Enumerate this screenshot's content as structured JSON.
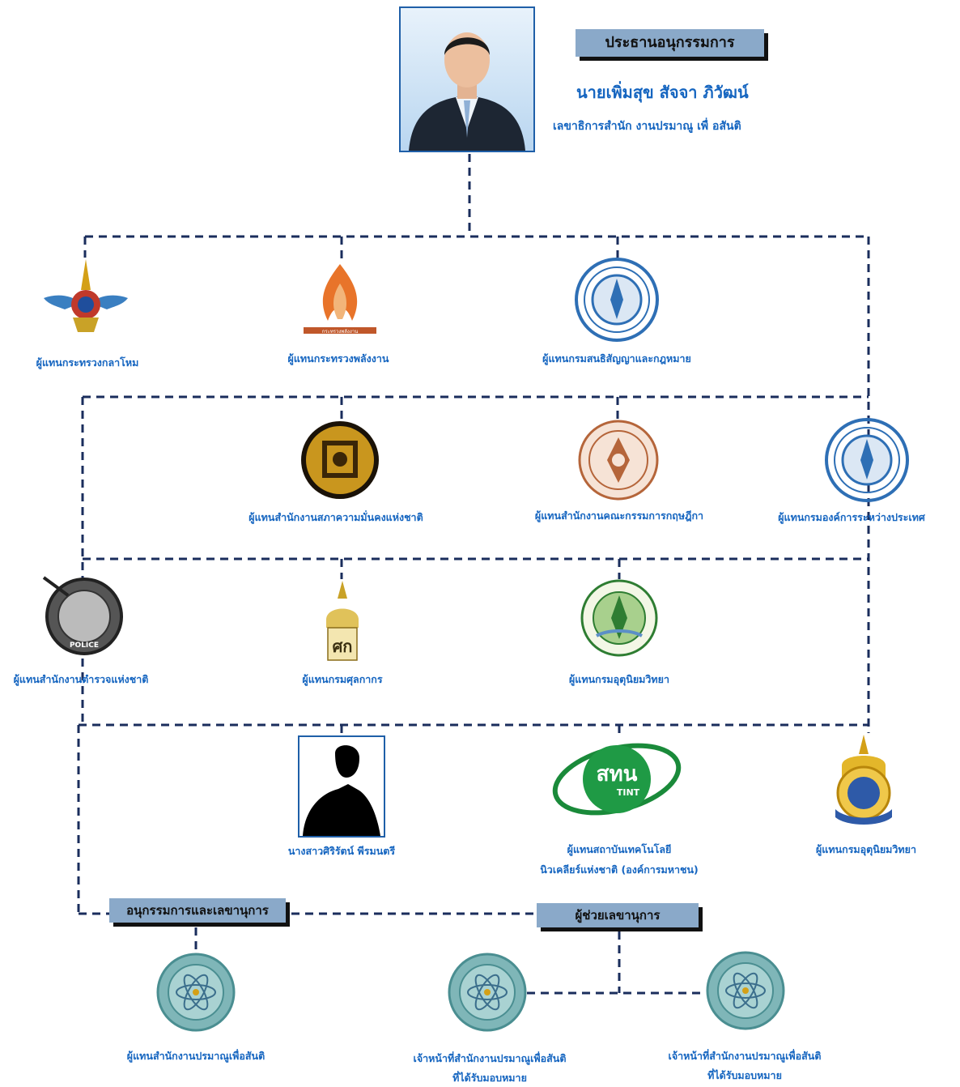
{
  "chairman": {
    "heading": "ประธานอนุกรรมการ",
    "name": "นายเพิ่มสุข สัจจา ภิวัฒน์",
    "title": "เลขาธิการสำนัก งานปรมาณู เพื่ อสันติ"
  },
  "row1": {
    "defense": "ผู้แทนกระทรวงกลาโหม",
    "energy": "ผู้แทนกระทรวงพลังงาน",
    "treaty": "ผู้แทนกรมสนธิสัญญาและกฎหมาย",
    "energy_logo_text": "กระทรวงพลังงาน"
  },
  "row2": {
    "nsc": "ผู้แทนสำนักงานสภาความมั่นคงแห่งชาติ",
    "krisdika": "ผู้แทนสำนักงานคณะกรรมการกฤษฎีกา",
    "intl_org": "ผู้แทนกรมองค์การระหว่างประเทศ"
  },
  "row3": {
    "police": "ผู้แทนสำนักงานตำรวจแห่งชาติ",
    "customs": "ผู้แทนกรมศุลกากร",
    "meteo": "ผู้แทนกรมอุตุนิยมวิทยา",
    "police_logo_text": "POLICE",
    "customs_logo_text": "ศก"
  },
  "row4": {
    "person": "นางสาวศิริรัตน์ พีรมนตรี",
    "tint_line1": "ผู้แทนสถาบันเทคโนโลยี",
    "tint_line2": "นิวเคลียร์แห่งชาติ  (องค์การมหาชน)",
    "meteo2": "ผู้แทนกรมอุตุนิยมวิทยา",
    "tint_logo_main": "สทน",
    "tint_logo_sub": "TINT"
  },
  "bottom": {
    "secretary_heading": "อนุกรรมการและเลขานุการ",
    "assistant_heading": "ผู้ช่วยเลขานุการ",
    "oap": "ผู้แทนสำนักงานปรมาณูเพื่อสันติ",
    "staff1_line1": "เจ้าหน้าที่สำนักงานปรมาณูเพื่อสันติ",
    "staff1_line2": "ที่ได้รับมอบหมาย",
    "staff2_line1": "เจ้าหน้าที่สำนักงานปรมาณูเพื่อสันติ",
    "staff2_line2": "ที่ได้รับมอบหมาย"
  },
  "colors": {
    "label": "#1565c0",
    "connector": "#1a2d5c",
    "header_bg": "#8aa9c9",
    "seal_blue": "#2e6fb5",
    "oap_teal": "#7fb6b8"
  }
}
